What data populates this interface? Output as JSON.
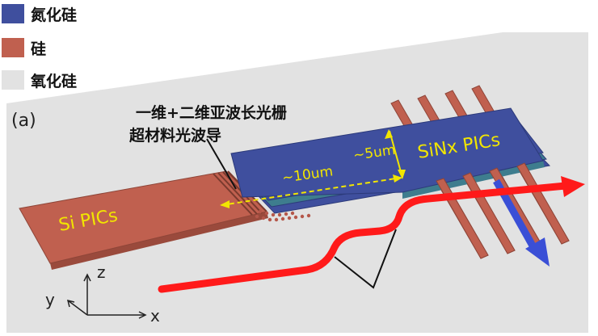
{
  "legend": [
    {
      "label": "氮化硅",
      "color": "#3f4f9e"
    },
    {
      "label": "硅",
      "color": "#c0604f"
    },
    {
      "label": "氧化硅",
      "color": "#e2e2e2"
    }
  ],
  "panel_label": "(a)",
  "annotation": {
    "line1": "一维+二维亚波长光栅",
    "line2": "超材料光波导"
  },
  "labels": {
    "si": "Si PICs",
    "sinx": "SiNx PICs",
    "dim_length": "~10um",
    "dim_width": "~5um"
  },
  "axes": {
    "x": "x",
    "y": "y",
    "z": "z"
  },
  "colors": {
    "sinx_top": "#3f4f9e",
    "sinx_side": "#3e7d8e",
    "si_top": "#c0604f",
    "si_side": "#9a4a3c",
    "oxide": "#e2e2e2",
    "light_path": "#ff1a1a",
    "dim_arrow": "#f2e600",
    "label_text": "#f2e600",
    "blue_arrow": "#3a4fd6"
  }
}
